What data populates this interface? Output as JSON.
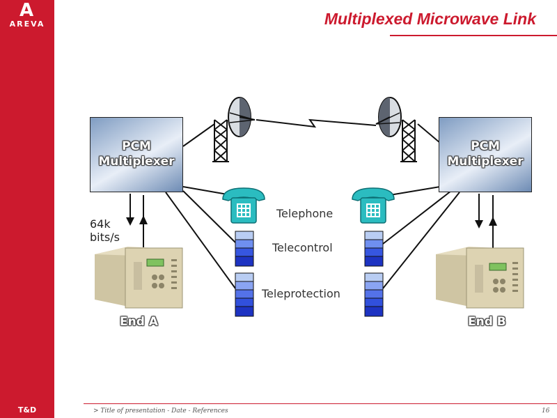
{
  "header": {
    "logo_letter": "A",
    "logo_text": "AREVA",
    "title": "Multiplexed Microwave Link"
  },
  "diagram": {
    "left_mux": {
      "line1": "PCM",
      "line2": "Multiplexer"
    },
    "right_mux": {
      "line1": "PCM",
      "line2": "Multiplexer"
    },
    "rate": {
      "line1": "64k",
      "line2": "bits/s"
    },
    "services": {
      "telephone": "Telephone",
      "telecontrol": "Telecontrol",
      "teleprotection": "Teleprotection"
    },
    "end_a": "End A",
    "end_b": "End B"
  },
  "footer": {
    "brand": "T&D",
    "text": "> Title of presentation - Date - References",
    "page": "16"
  },
  "colors": {
    "brand_red": "#cc1a2e",
    "phone_teal": "#2bbcc0",
    "signal_blue": "#2a45d8"
  }
}
